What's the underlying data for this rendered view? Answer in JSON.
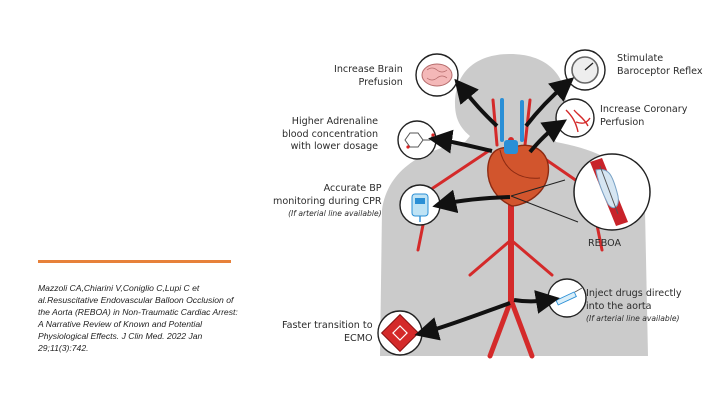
{
  "citation": "Mazzoli CA,Chiarini V,Coniglio C,Lupi C et al.Resuscitative Endovascular Balloon Occlusion of the Aorta (REBOA) in Non-Traumatic Cardiac Arrest: A Narrative Review of Known and Potential Physiological Effects. J Clin Med. 2022 Jan 29;11(3):742.",
  "effects": {
    "brain": [
      "Increase Brain",
      "Prefusion"
    ],
    "adrenaline": [
      "Higher Adrenaline",
      "blood concentration",
      "with lower dosage"
    ],
    "bp": [
      "Accurate BP",
      "monitoring during CPR"
    ],
    "bp_note": "(If arterial line available)",
    "ecmo": [
      "Faster transition to",
      "ECMO"
    ],
    "baroreceptor": [
      "Stimulate",
      "Baroceptor Reflex"
    ],
    "coronary": [
      "Increase Coronary",
      "Perfusion"
    ],
    "reboa": "REBOA",
    "drugs": [
      "Inject drugs directly",
      "into the aorta"
    ],
    "drugs_note": "(If arterial line available)"
  },
  "colors": {
    "accent": "#e7813a",
    "body": "#c9c9c9",
    "artery": "#d42a2a",
    "vein": "#2a8fd6",
    "arrow": "#111111"
  }
}
